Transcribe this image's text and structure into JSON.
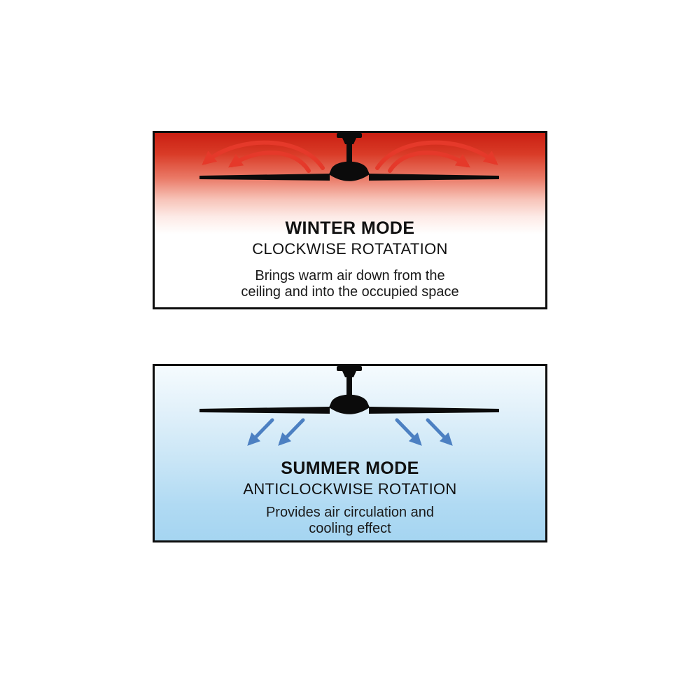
{
  "winter": {
    "title": "WINTER MODE",
    "subtitle": "CLOCKWISE ROTATATION",
    "description_line1": "Brings warm air down from the",
    "description_line2": "ceiling and into the occupied space",
    "gradient_top_color": "#ca1f12",
    "arrow_color": "#e5392a",
    "fan_color": "#0b0b0b"
  },
  "summer": {
    "title": "SUMMER MODE",
    "subtitle": "ANTICLOCKWISE ROTATION",
    "description_line1": "Provides air circulation and",
    "description_line2": "cooling effect",
    "gradient_bottom_color": "#a5d5f1",
    "arrow_color": "#4c80c2",
    "fan_color": "#0b0b0b"
  }
}
